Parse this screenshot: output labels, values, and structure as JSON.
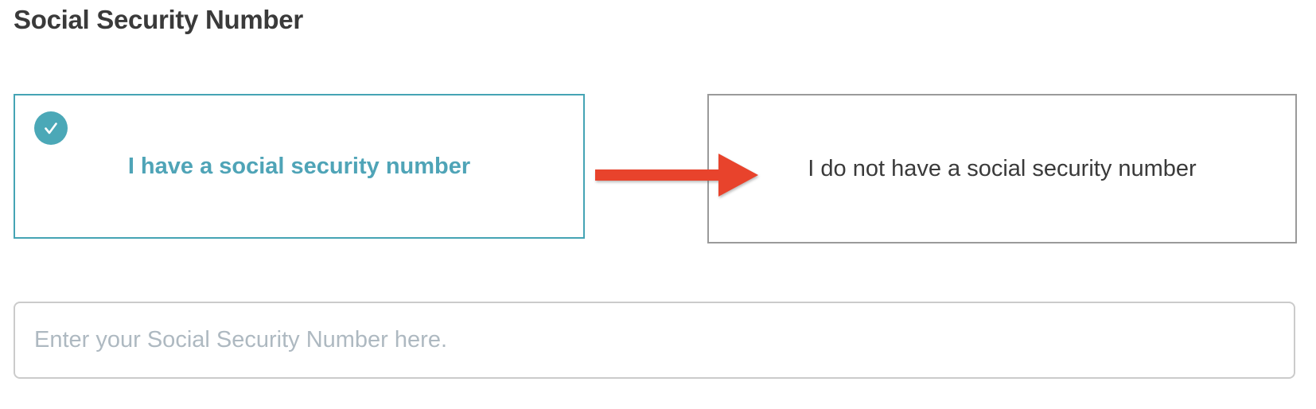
{
  "page": {
    "title": "Social Security Number"
  },
  "ssn_options": {
    "cards": [
      {
        "label": "I have a social security number",
        "selected": true,
        "icon": "check-icon"
      },
      {
        "label": "I do not have a social security number",
        "selected": false
      }
    ]
  },
  "annotation": {
    "arrow": "red-arrow-right-icon"
  },
  "ssn_field": {
    "value": "",
    "placeholder": "Enter your Social Security Number here."
  },
  "colors": {
    "teal": "#4BA8B7",
    "selected_border": "#45A4B4",
    "selected_text": "#4FA4B7",
    "default_border": "#9A9A9A",
    "text_dark": "#3A3A3A",
    "arrow_red": "#E8432C",
    "input_border": "#CBCBCB",
    "placeholder_gray": "#AEB9C1"
  }
}
